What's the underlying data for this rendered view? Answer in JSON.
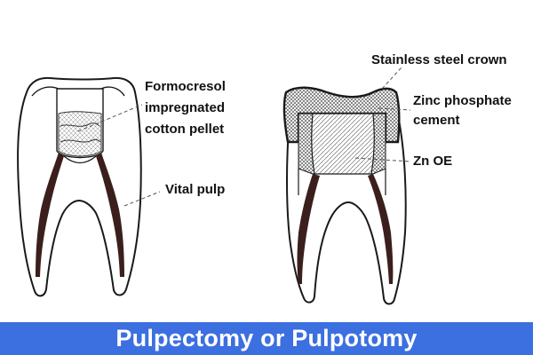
{
  "diagram": {
    "left_tooth": {
      "labels": {
        "pellet_line1": "Formocresol",
        "pellet_line2": "impregnated",
        "pellet_line3": "cotton pellet",
        "pulp": "Vital pulp"
      }
    },
    "right_tooth": {
      "labels": {
        "crown": "Stainless steel crown",
        "cement_line1": "Zinc phosphate",
        "cement_line2": "cement",
        "zinc_oxide": "Zn OE"
      }
    }
  },
  "banner": {
    "title": "Pulpectomy or Pulpotomy",
    "color": "#3c6fe0"
  }
}
